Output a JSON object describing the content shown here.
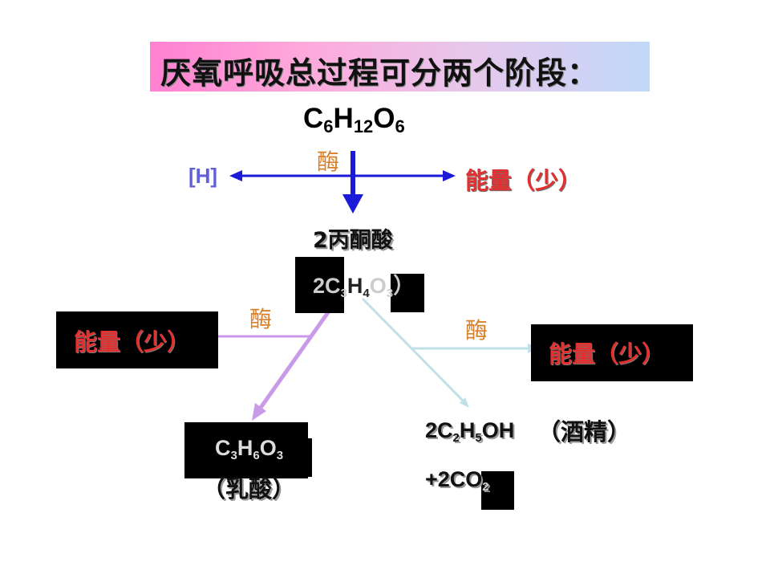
{
  "title": "厌氧呼吸总过程可分两个阶段：",
  "glucose": {
    "C": "C",
    "c_sub": "6",
    "H": "H",
    "h_sub": "12",
    "O": "O",
    "o_sub": "6"
  },
  "stage1": {
    "enzyme": "酶",
    "left_product": "[H]",
    "right_product": "能量（少）",
    "product_label": "2丙酮酸",
    "product_formula": {
      "prefix": "2C",
      "c_sub": "3",
      "H": "H",
      "h_sub": "4",
      "O": "O",
      "o_sub": "3",
      "suffix": "）"
    }
  },
  "stage2_left": {
    "enzyme": "酶",
    "energy": "能量（少）",
    "product_formula": {
      "C": "C",
      "c_sub": "3",
      "H": "H",
      "h_sub": "6",
      "O": "O",
      "o_sub": "3"
    },
    "product_name": "（乳酸）"
  },
  "stage2_right": {
    "enzyme": "酶",
    "energy": "能量（少）",
    "product_formula_line1": {
      "prefix": "2C",
      "c_sub": "2",
      "H": "H",
      "h_sub": "5",
      "tail": "OH"
    },
    "product_name": "（酒精）",
    "product_formula_line2": {
      "text": "+2CO",
      "sub": "2"
    }
  },
  "colors": {
    "blue_arrow": "#1a1ad8",
    "purple_arrow": "#c89ae8",
    "light_blue_arrow": "#bfe0e8",
    "energy_red": "#e03030",
    "enzyme_orange": "#d87f2a",
    "h_blue": "#6060d8"
  }
}
